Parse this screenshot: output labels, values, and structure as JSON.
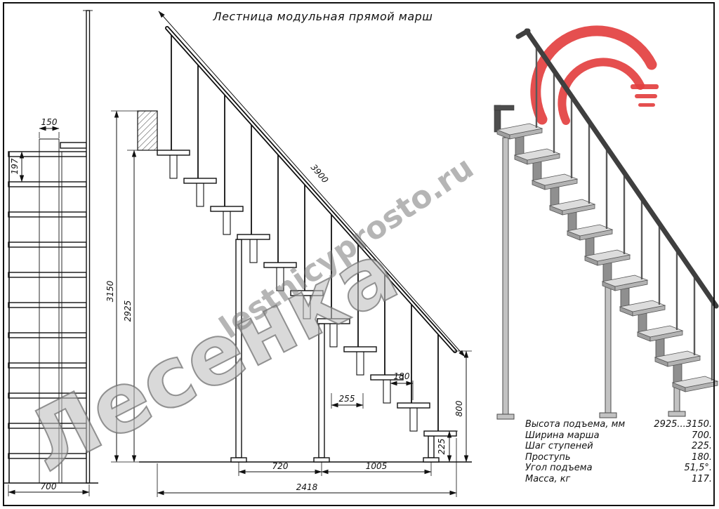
{
  "title": "Лестница модульная прямой марш",
  "watermark": {
    "brand": "Лесенка",
    "site": "lestnicyprosto.ru"
  },
  "front_view": {
    "dim_module_width": "150",
    "dim_step_gap": "197",
    "dim_width": "700"
  },
  "side_view": {
    "dim_rail": "3900",
    "dim_height_max": "3150",
    "dim_height_min": "2925",
    "dim_tread": "180",
    "dim_module": "255",
    "dim_riser": "225",
    "dim_end_height": "800",
    "dim_span1": "720",
    "dim_span2": "1005",
    "dim_length": "2418"
  },
  "specs": {
    "rows": [
      {
        "label": "Высота подъема, мм",
        "value": "2925...3150."
      },
      {
        "label": "Ширина марша",
        "value": "700."
      },
      {
        "label": "Шаг ступеней",
        "value": "225."
      },
      {
        "label": "Проступь",
        "value": "180."
      },
      {
        "label": "Угол подъема",
        "value": "51,5°."
      },
      {
        "label": "Масса, кг",
        "value": "117."
      }
    ]
  },
  "colors": {
    "line": "#111111",
    "accent_red": "#e34040",
    "watermark": "#8f8f8f"
  }
}
